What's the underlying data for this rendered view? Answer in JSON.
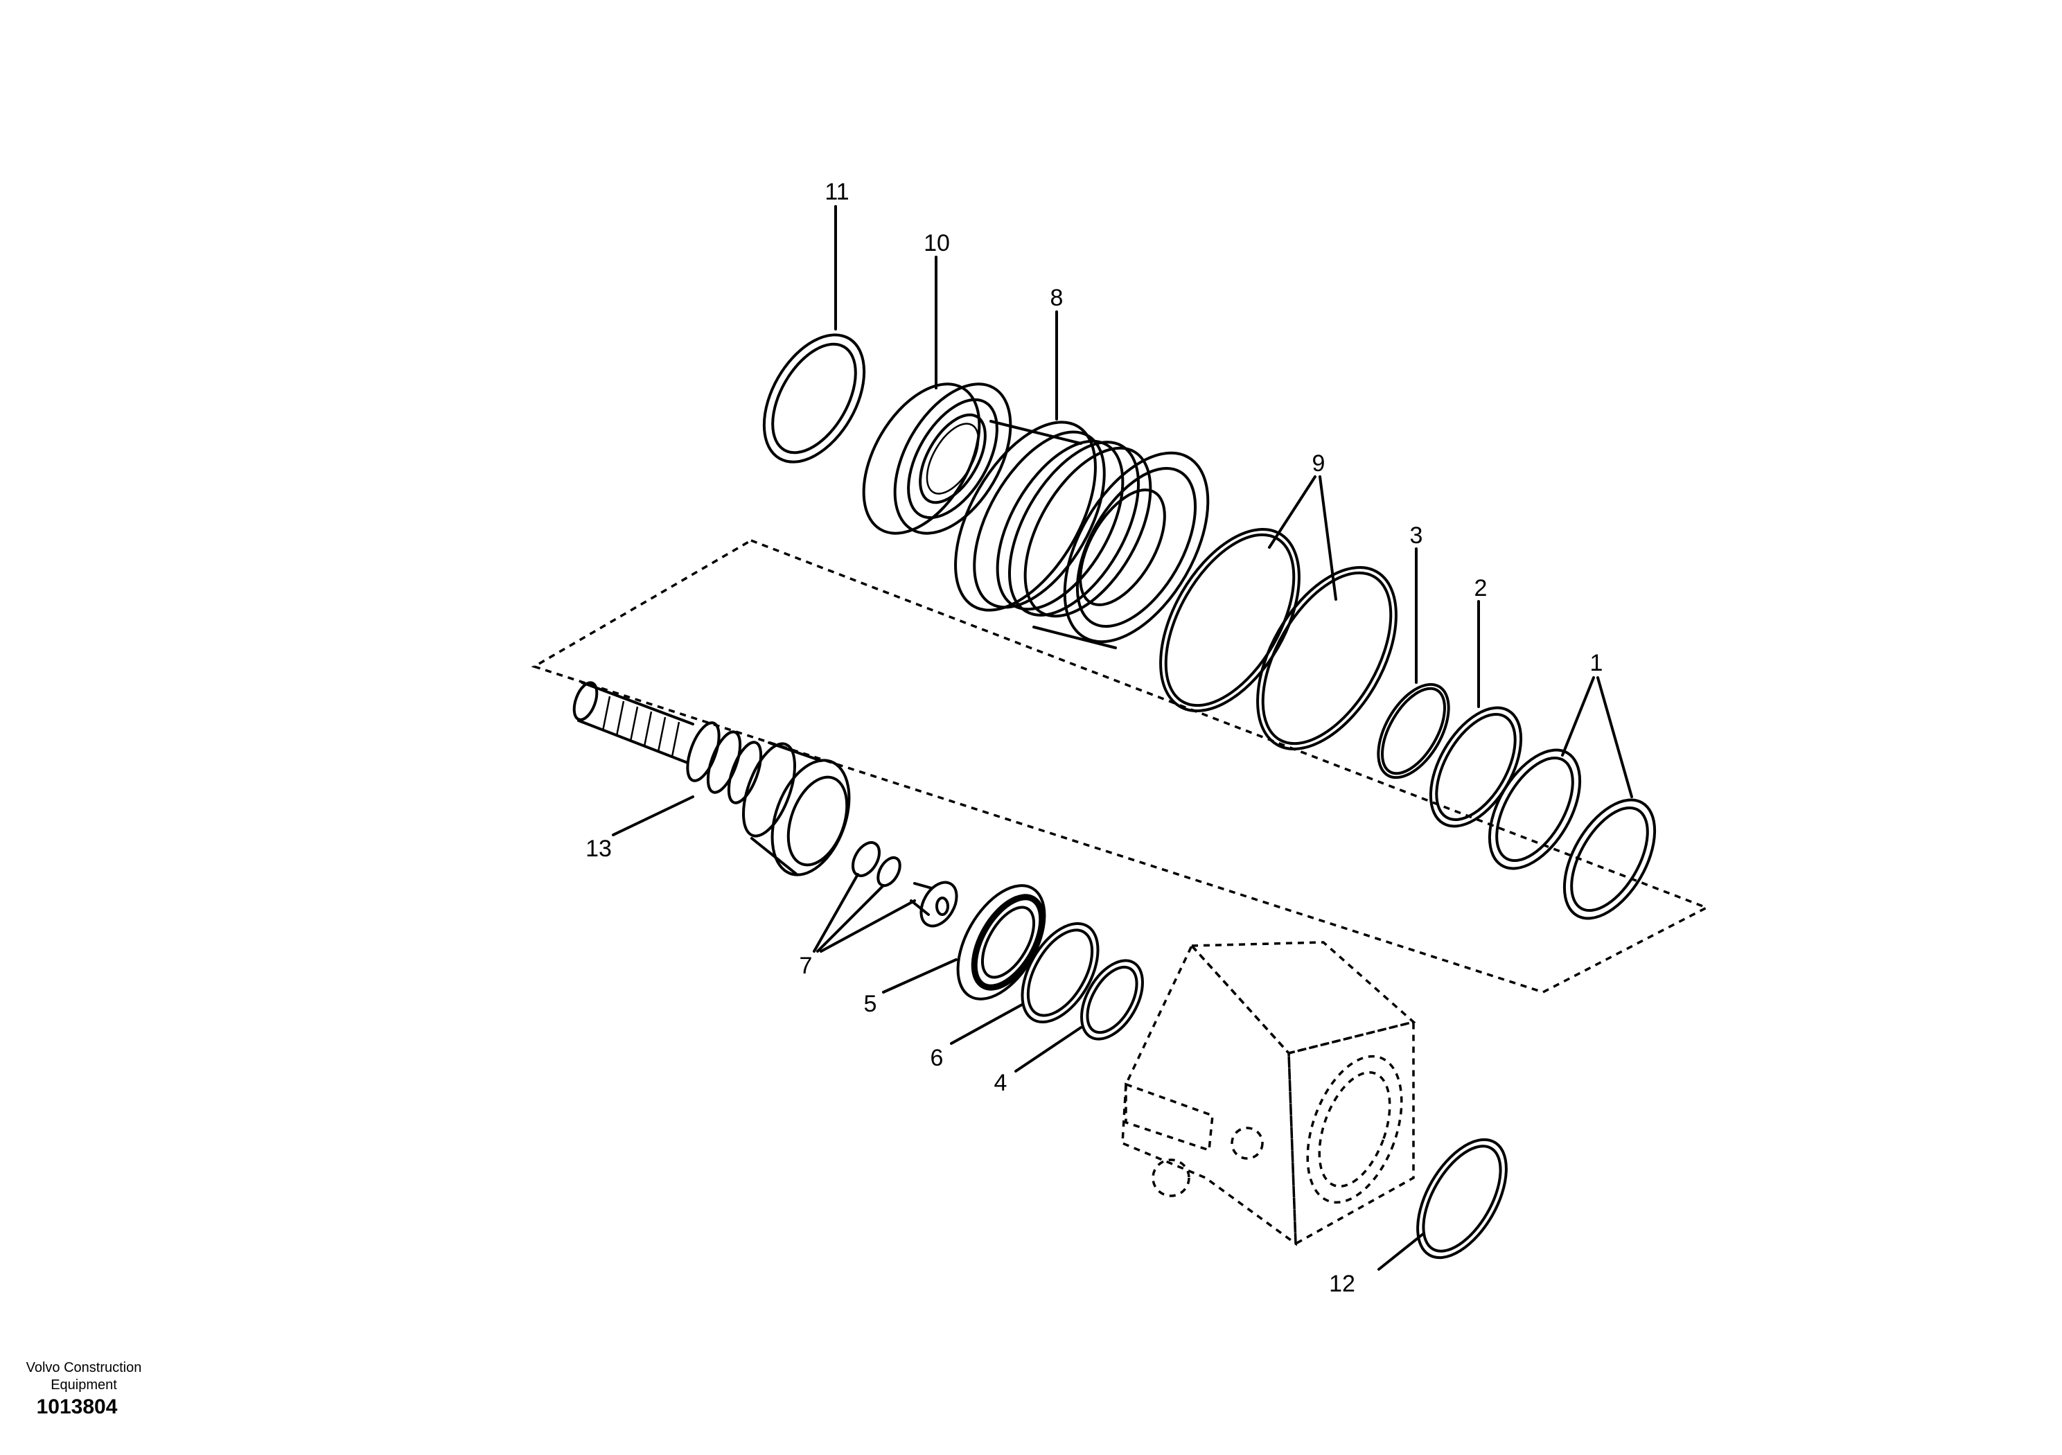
{
  "callouts": [
    "1",
    "2",
    "3",
    "4",
    "5",
    "6",
    "7",
    "8",
    "9",
    "10",
    "11",
    "12",
    "13"
  ],
  "footer": {
    "company": "Volvo Construction Equipment",
    "drawing_number": "1013804"
  },
  "colors": {
    "line": "#000000",
    "background": "#ffffff"
  }
}
